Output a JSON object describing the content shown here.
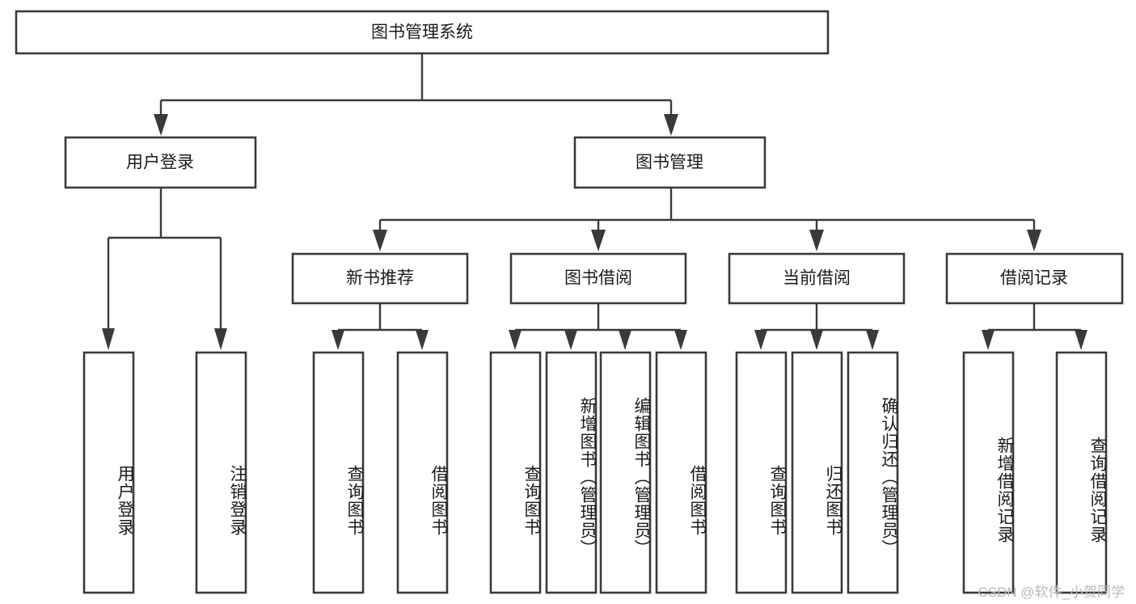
{
  "diagram": {
    "type": "tree",
    "title": "图书管理系统",
    "orientation": "top-down",
    "levels": 4,
    "colors": {
      "box_stroke": "#3a3a3a",
      "box_fill": "#ffffff",
      "connector": "#3a3a3a",
      "text": "#1b1b1b",
      "background": "#ffffff",
      "watermark": "#b9b9b9"
    },
    "root": {
      "label": "图书管理系统"
    },
    "level2": [
      {
        "label": "用户登录"
      },
      {
        "label": "图书管理"
      }
    ],
    "level3": [
      {
        "label": "新书推荐"
      },
      {
        "label": "图书借阅"
      },
      {
        "label": "当前借阅"
      },
      {
        "label": "借阅记录"
      }
    ],
    "leaves": {
      "user_login": [
        {
          "label": "用户登录"
        },
        {
          "label": "注销登录"
        }
      ],
      "new_book_recommend": [
        {
          "label": "查询图书"
        },
        {
          "label": "借阅图书"
        }
      ],
      "book_borrow": [
        {
          "label": "查询图书"
        },
        {
          "label": "新增图书（管理员）"
        },
        {
          "label": "编辑图书（管理员）"
        },
        {
          "label": "借阅图书"
        }
      ],
      "current_borrow": [
        {
          "label": "查询图书"
        },
        {
          "label": "归还图书"
        },
        {
          "label": "确认归还（管理员）"
        }
      ],
      "borrow_record": [
        {
          "label": "新增借阅记录"
        },
        {
          "label": "查询借阅记录"
        }
      ]
    }
  },
  "watermark": {
    "text": "CSDN @软件_小贺同学"
  }
}
